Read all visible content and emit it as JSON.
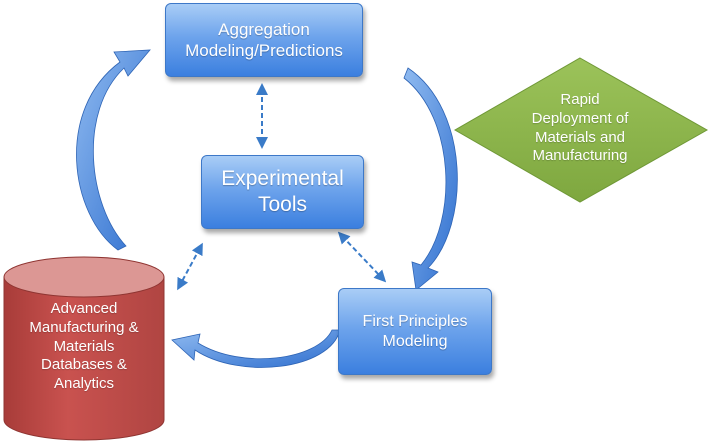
{
  "nodes": {
    "aggregation": {
      "lines": [
        "Aggregation",
        "Modeling/Predictions"
      ]
    },
    "experimental": {
      "lines": [
        "Experimental",
        "Tools"
      ]
    },
    "first_principles": {
      "lines": [
        "First Principles",
        "Modeling"
      ]
    },
    "rapid_deployment": {
      "lines": [
        "Rapid",
        "Deployment of",
        "Materials and",
        "Manufacturing"
      ]
    },
    "database": {
      "lines": [
        "Advanced",
        "Manufacturing &",
        "Materials",
        "Databases &",
        "Analytics"
      ]
    }
  },
  "colors": {
    "box_blue": "#4f8fe6",
    "arrow_blue": "#3c7fd6",
    "dashed_arrow": "#3a7bc8",
    "diamond_green": "#8cb449",
    "cylinder_red": "#c0504d",
    "cylinder_top": "#dc9794"
  }
}
